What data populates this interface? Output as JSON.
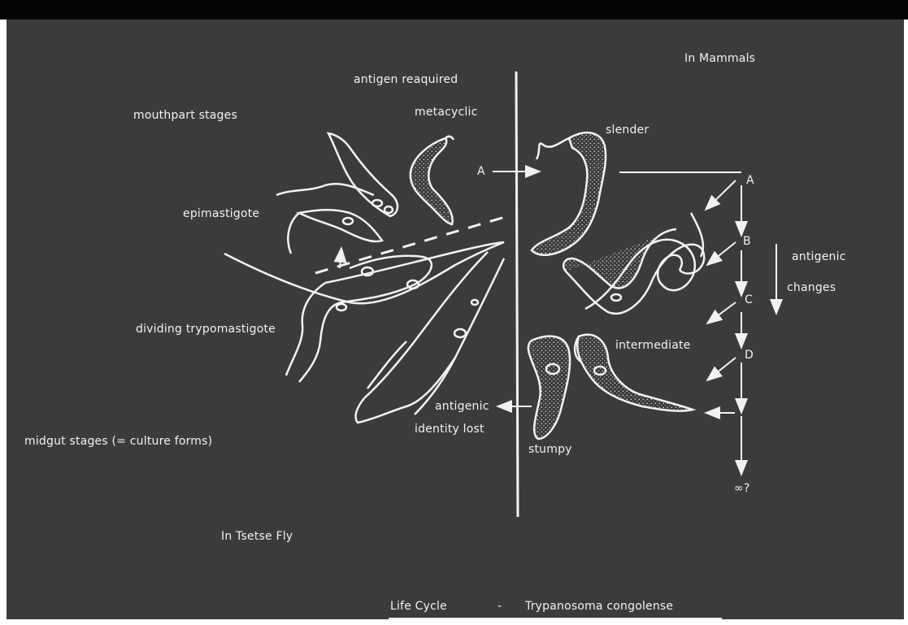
{
  "colors": {
    "background": "#3b3b3b",
    "ink": "#f2f2f2",
    "frame": "#050505"
  },
  "labels": {
    "in_mammals": "In Mammals",
    "antigen_reacquired": "antigen reaquired",
    "metacyclic": "metacyclic",
    "mouthpart_stages": "mouthpart stages",
    "slender": "slender",
    "epimastigote": "epimastigote",
    "antigenic_changes_1": "antigenic",
    "antigenic_changes_2": "changes",
    "dividing_trypomastigote": "dividing trypomastigote",
    "intermediate": "intermediate",
    "midgut_stages": "midgut stages (= culture forms)",
    "antigenic_identity_lost_1": "antigenic",
    "antigenic_identity_lost_2": "identity lost",
    "stumpy": "stumpy",
    "in_tsetse_fly": "In Tsetse Fly",
    "title_left": "Life Cycle",
    "title_dash": "-",
    "title_right": "Trypanosoma congolense",
    "arrow_A_left": "A",
    "variant_A": "A",
    "variant_B": "B",
    "variant_C": "C",
    "variant_D": "D",
    "variant_infinity": "∞?"
  }
}
